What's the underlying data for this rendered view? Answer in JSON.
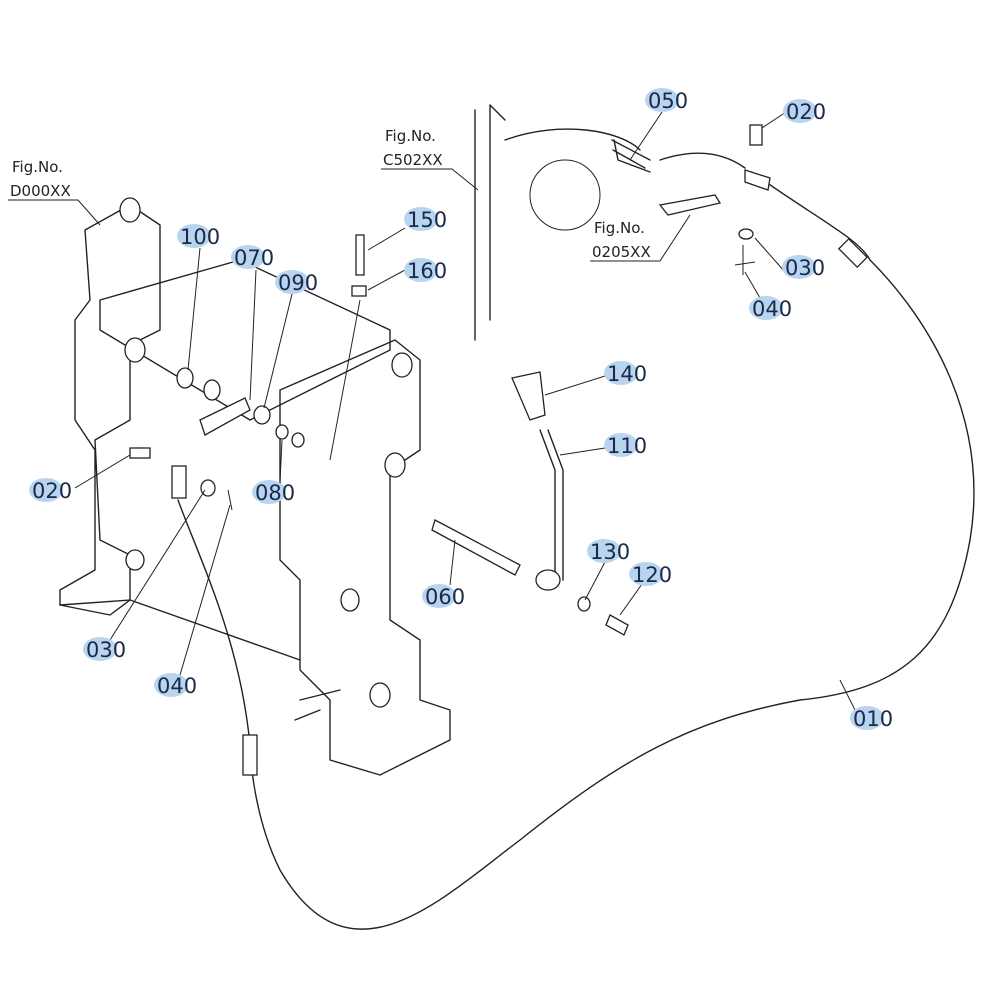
{
  "figure_refs": [
    {
      "line1": "Fig.No.",
      "line2": "D000XX"
    },
    {
      "line1": "Fig.No.",
      "line2": "C502XX"
    },
    {
      "line1": "Fig.No.",
      "line2": "0205XX"
    }
  ],
  "callouts": [
    "050",
    "020",
    "100",
    "070",
    "150",
    "160",
    "090",
    "030",
    "040",
    "140",
    "110",
    "020",
    "080",
    "130",
    "120",
    "060",
    "030",
    "040",
    "010"
  ],
  "colors": {
    "label_text": "#1a2a4a",
    "label_highlight": "#b8d4ef",
    "line": "#222222"
  }
}
